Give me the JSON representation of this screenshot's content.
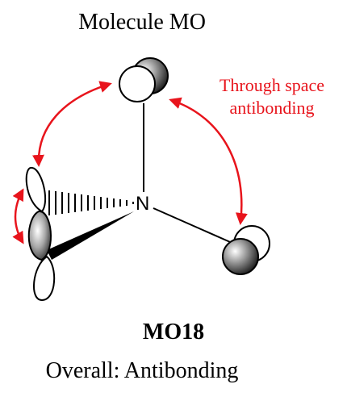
{
  "diagram": {
    "title": "Molecule MO",
    "annotation_line1": "Through space",
    "annotation_line2": "antibonding",
    "center_atom": "N",
    "mo_label": "MO18",
    "overall": "Overall: Antibonding"
  },
  "colors": {
    "arrow": "#e8141c",
    "annotation": "#e8141c",
    "line": "#000000",
    "lobe_fill_light": "#ffffff",
    "lobe_fill_shaded": "#444444"
  }
}
